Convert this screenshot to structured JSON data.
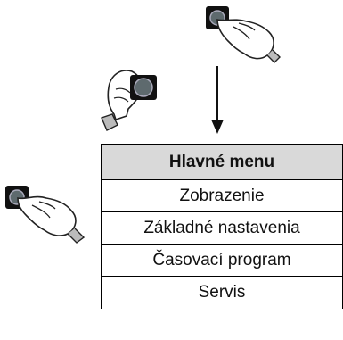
{
  "menu": {
    "title": "Hlavné menu",
    "items": [
      {
        "label": "Zobrazenie"
      },
      {
        "label": "Základné nastavenia"
      },
      {
        "label": "Časovací program"
      },
      {
        "label": "Servis"
      }
    ]
  },
  "icons": {
    "press_top": "hand-press-knob-icon",
    "rotate": "hand-rotate-knob-icon",
    "press_left": "hand-press-knob-icon",
    "arrow": "arrow-down-icon"
  }
}
